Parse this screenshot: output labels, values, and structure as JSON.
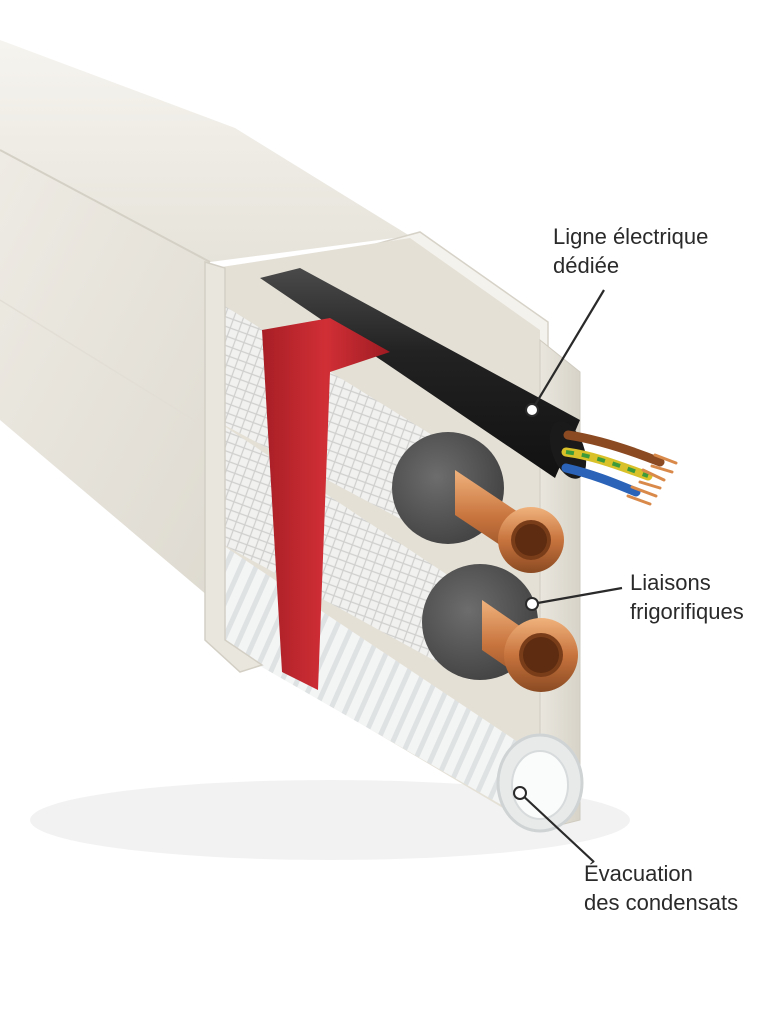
{
  "labels": {
    "electric": {
      "line1": "Ligne électrique",
      "line2": "dédiée"
    },
    "frigo": {
      "line1": "Liaisons",
      "line2": "frigorifiques"
    },
    "condensats": {
      "line1": "Évacuation",
      "line2": "des condensats"
    }
  },
  "colors": {
    "trunking": "#ece9e1",
    "strap": "#c4262e",
    "copper": "#c8743e",
    "insulation_foam": "#5a5a5a",
    "cable_sheath": "#1e1e1e",
    "drain_hose": "#f2f3f3"
  }
}
